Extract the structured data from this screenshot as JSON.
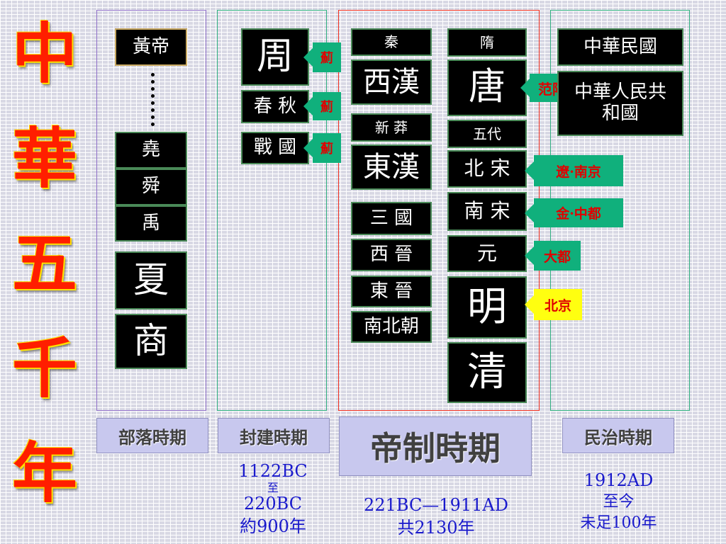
{
  "title_chars": [
    "中",
    "華",
    "五",
    "千",
    "年"
  ],
  "tribal": {
    "huangdi": "黃帝",
    "yao": "堯",
    "shun": "舜",
    "yu": "禹",
    "xia": "夏",
    "shang": "商"
  },
  "feudal": {
    "zhou": "周",
    "chunqiu": "春 秋",
    "zhanguo": "戰 國",
    "tag_ji_1": "薊",
    "tag_ji_2": "薊",
    "tag_ji_3": "薊"
  },
  "imperial": {
    "qin": "秦",
    "xihan": "西漢",
    "xinmang": "新 莽",
    "donghan": "東漢",
    "sanguo": "三 國",
    "xijin": "西 晉",
    "dongjin": "東 晉",
    "nanbeichao": "南北朝",
    "sui": "隋",
    "tang": "唐",
    "wudai": "五代",
    "beisong": "北 宋",
    "nansong": "南 宋",
    "yuan": "元",
    "ming": "明",
    "qing": "清",
    "tag_fanyang": "范陽",
    "tag_liao": "遼·南京",
    "tag_jin": "金·中都",
    "tag_dadu": "大都",
    "tag_beijing": "北京"
  },
  "republic": {
    "roc": "中華民國",
    "prc": "中華人民共和國"
  },
  "periods": {
    "tribal": "部落時期",
    "feudal": "封建時期",
    "imperial": "帝制時期",
    "republic": "民治時期"
  },
  "notes": {
    "feudal_start": "1122BC",
    "feudal_to": "至",
    "feudal_end": "220BC",
    "feudal_span": "約900年",
    "imperial_range": "221BC—1911AD",
    "imperial_span": "共2130年",
    "republic_start": "1912AD",
    "republic_to": "至今",
    "republic_span": "未足100年"
  },
  "colors": {
    "title": "#ff1e00",
    "tag_green": "#10b07c",
    "tag_yellow": "#ffff10",
    "tag_text": "#e00000",
    "note_text": "#1a1acc",
    "period_bg": "#c8c8ee"
  }
}
